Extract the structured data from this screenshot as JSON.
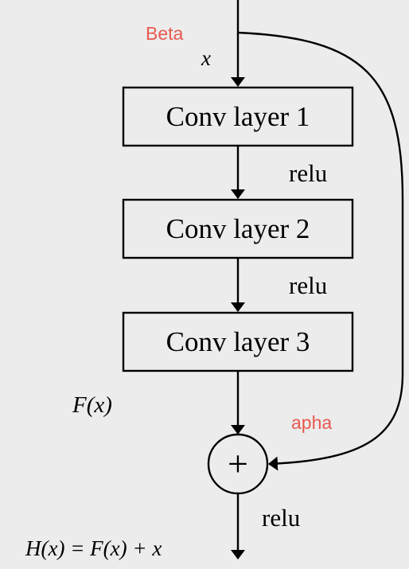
{
  "diagram": {
    "nodes": {
      "conv1": "Conv layer 1",
      "conv2": "Conv layer 2",
      "conv3": "Conv layer 3",
      "sum": "+"
    },
    "labels": {
      "input": "x",
      "beta": "Beta",
      "relu1": "relu",
      "relu2": "relu",
      "fx": "F(x)",
      "apha": "apha",
      "relu3": "relu",
      "output": "H(x) = F(x) + x"
    },
    "colors": {
      "background": "#ececec",
      "stroke": "#000000",
      "annotation": "#e8594f"
    }
  }
}
